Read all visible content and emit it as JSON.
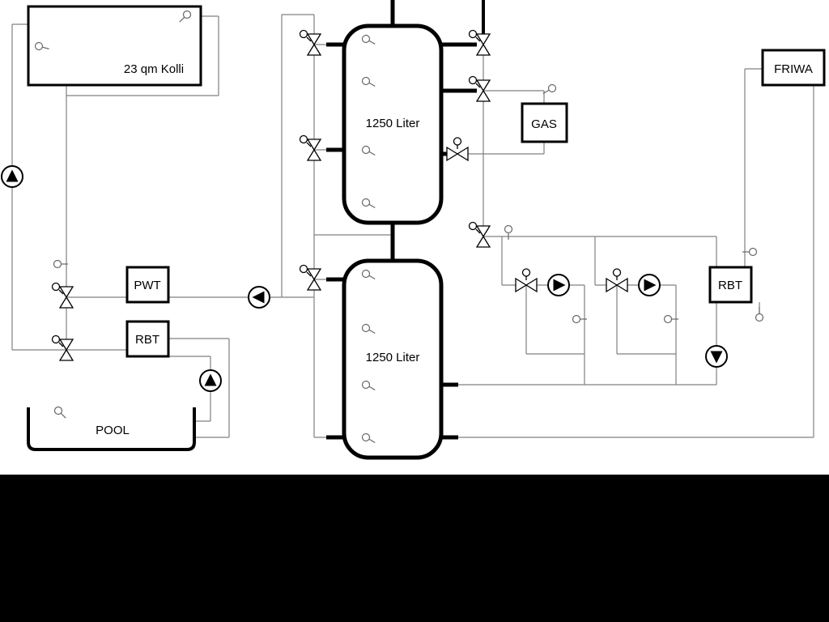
{
  "diagram": {
    "collector": "23 qm Kolli",
    "tank_top": "1250 Liter",
    "tank_bottom": "1250 Liter",
    "gas": "GAS",
    "friwa": "FRIWA",
    "pwt": "PWT",
    "rbt_left": "RBT",
    "rbt_right": "RBT",
    "pool": "POOL"
  },
  "colors": {
    "background": "#ffffff",
    "thin_line": "#808080",
    "pipe": "#000000",
    "bottom_bar": "#000000"
  }
}
